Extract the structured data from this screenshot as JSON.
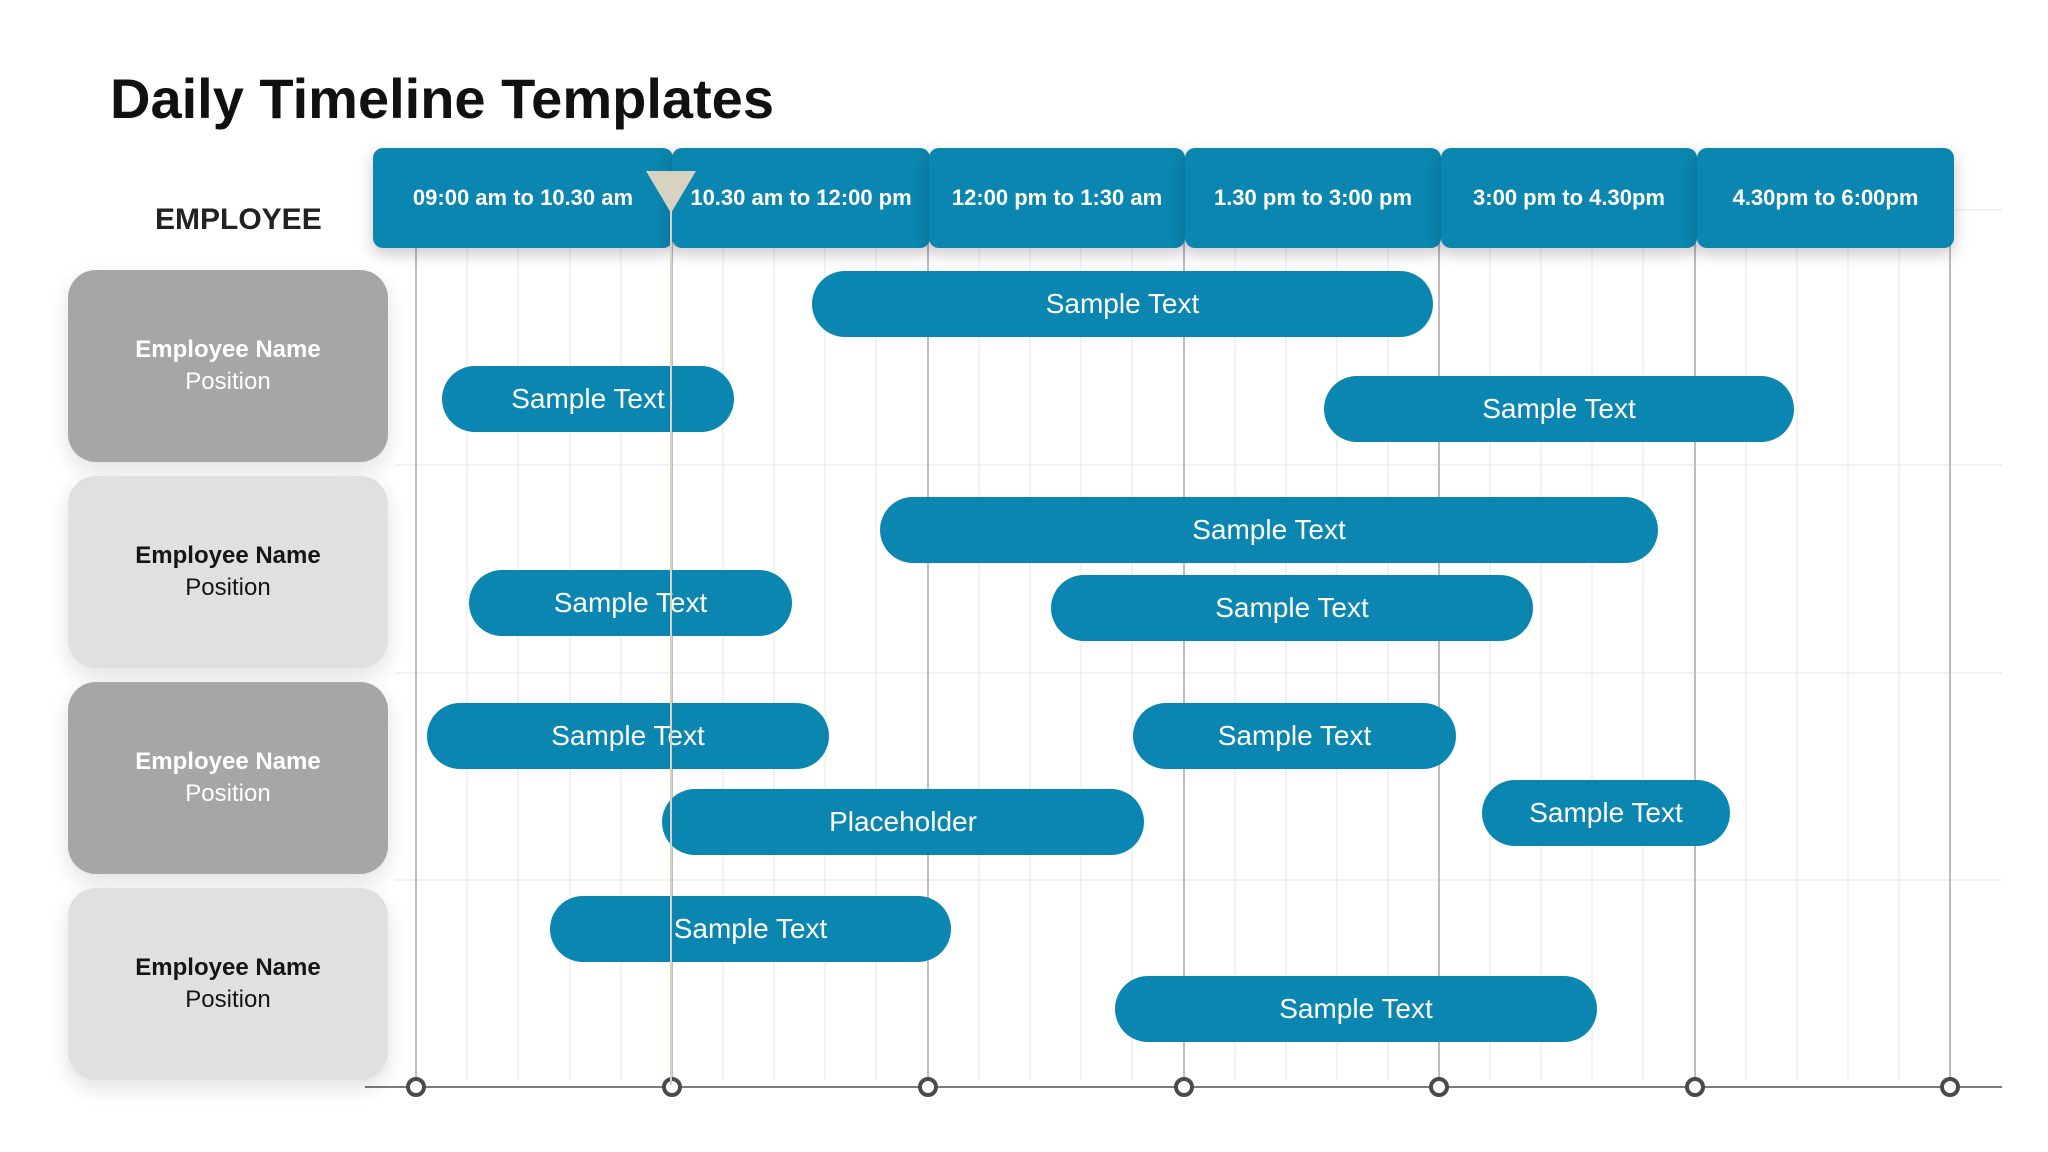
{
  "title": "Daily Timeline Templates",
  "employee_header": "EMPLOYEE",
  "time_slots": [
    "09:00 am to 10.30 am",
    "10.30 am to 12:00 pm",
    "12:00 pm to 1:30 am",
    "1.30 pm to 3:00 pm",
    "3:00 pm to 4.30pm",
    "4.30pm to 6:00pm"
  ],
  "employees": [
    {
      "name": "Employee Name",
      "position": "Position"
    },
    {
      "name": "Employee Name",
      "position": "Position"
    },
    {
      "name": "Employee Name",
      "position": "Position"
    },
    {
      "name": "Employee Name",
      "position": "Position"
    }
  ],
  "bars": {
    "row1": [
      "Sample Text",
      "Sample Text",
      "Sample Text"
    ],
    "row2": [
      "Sample Text",
      "Sample Text",
      "Sample Text"
    ],
    "row3": [
      "Sample Text",
      "Sample Text",
      "Placeholder",
      "Sample Text"
    ],
    "row4": [
      "Sample Text",
      "Sample Text"
    ]
  },
  "colors": {
    "accent": "#0b86b0",
    "card_dark": "#a6a6a6",
    "card_light": "#e0e0e0",
    "axis": "#7a7a7a",
    "marker": "#d8d2c0"
  }
}
